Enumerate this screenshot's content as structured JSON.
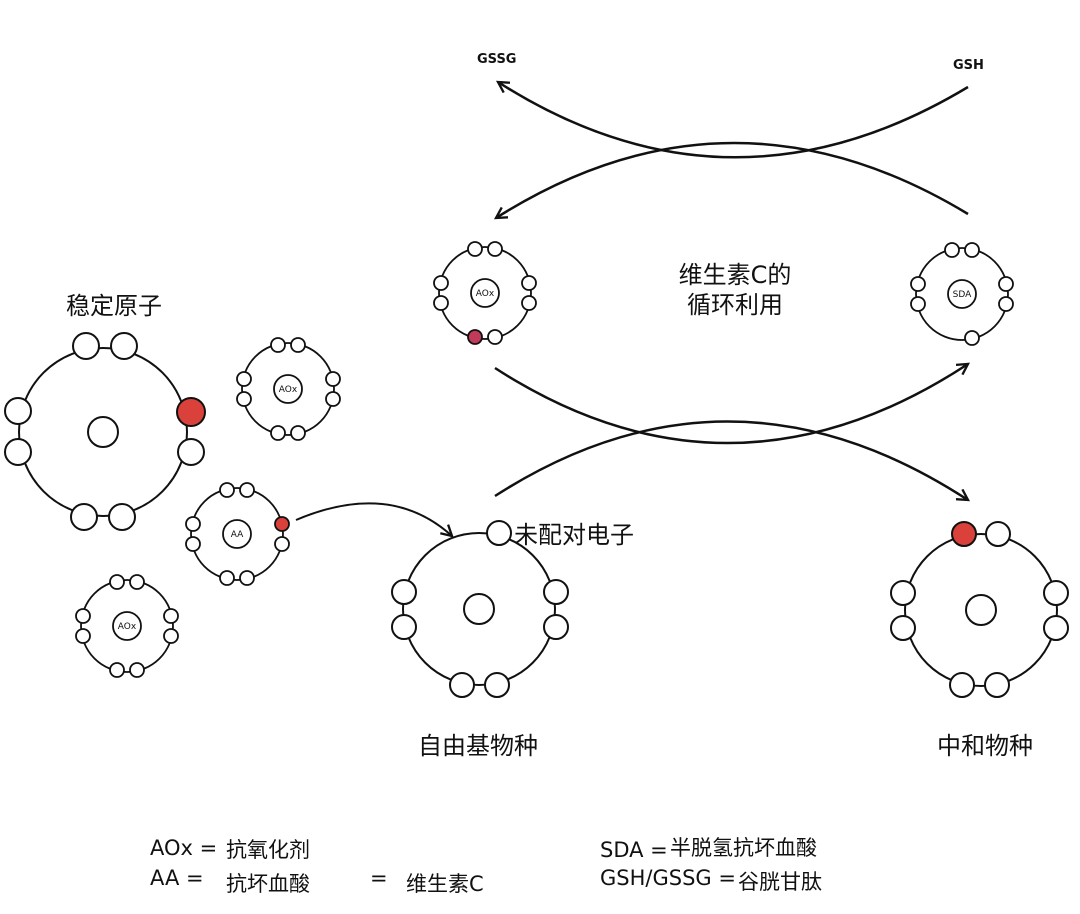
{
  "labels": {
    "gssg": "GSSG",
    "gsh": "GSH",
    "cycle_line1": "维生素C的",
    "cycle_line2": "循环利用",
    "stable_atom": "稳定原子",
    "unpaired_electron": "未配对电子",
    "free_radical": "自由基物种",
    "neutral_species": "中和物种"
  },
  "nuclei": {
    "aox": "AOx",
    "aa": "AA",
    "sda": "SDA"
  },
  "legend": {
    "aox_key": "AOx =",
    "aox_value": "抗氧化剂",
    "aa_key": "AA =",
    "aa_value": "抗坏血酸",
    "aa_eq": "=",
    "aa_value2": "维生素C",
    "sda_key": "SDA =",
    "sda_value": "半脱氢抗坏血酸",
    "gsh_key": "GSH/GSSG =",
    "gsh_value": "谷胱甘肽"
  },
  "colors": {
    "electron_red": "#d9413a",
    "electron_crimson": "#c23a5a",
    "stroke": "#111111"
  }
}
